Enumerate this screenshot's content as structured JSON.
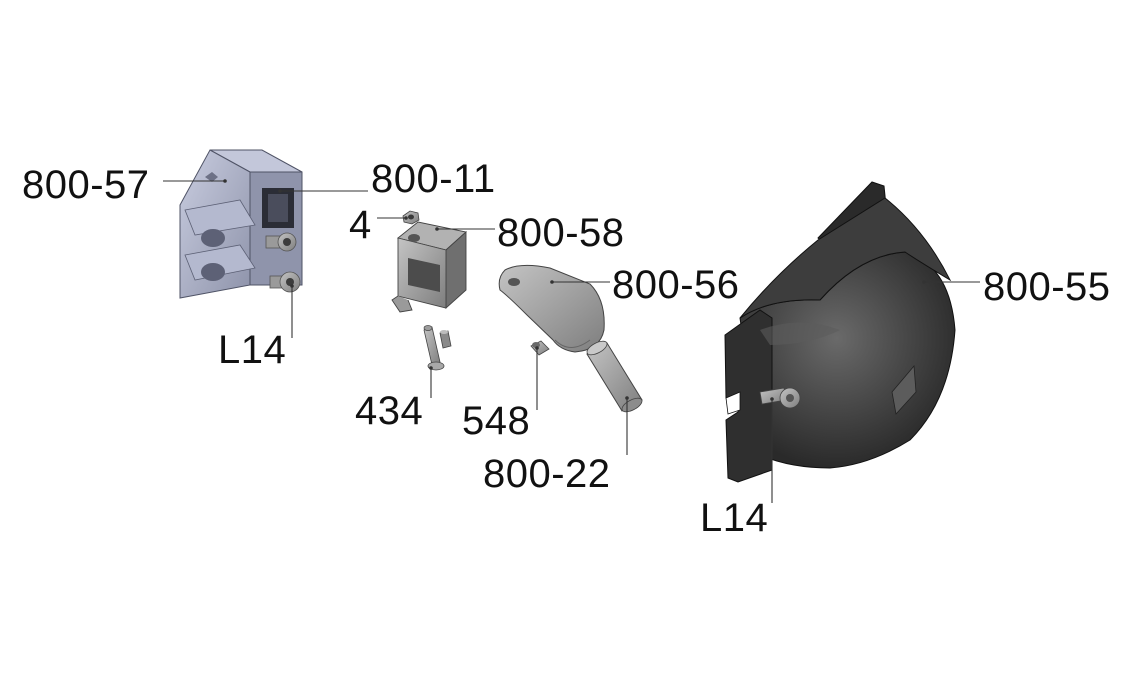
{
  "colors": {
    "background": "#ffffff",
    "bracket_metal": "#a9afc4",
    "bracket_shadow": "#7d8299",
    "bracket_light": "#c9cde0",
    "zinc_part": "#8d8d8d",
    "zinc_light": "#b8b8b8",
    "cover_dark": "#333333",
    "cover_light": "#5a5a5a",
    "text": "#111111"
  },
  "callouts": [
    {
      "id": "800-57",
      "text": "800-57"
    },
    {
      "id": "800-11",
      "text": "800-11"
    },
    {
      "id": "4",
      "text": "4"
    },
    {
      "id": "800-58",
      "text": "800-58"
    },
    {
      "id": "800-56",
      "text": "800-56"
    },
    {
      "id": "800-55",
      "text": "800-55"
    },
    {
      "id": "L14-left",
      "text": "L14"
    },
    {
      "id": "434",
      "text": "434"
    },
    {
      "id": "548",
      "text": "548"
    },
    {
      "id": "800-22",
      "text": "800-22"
    },
    {
      "id": "L14-right",
      "text": "L14"
    }
  ]
}
